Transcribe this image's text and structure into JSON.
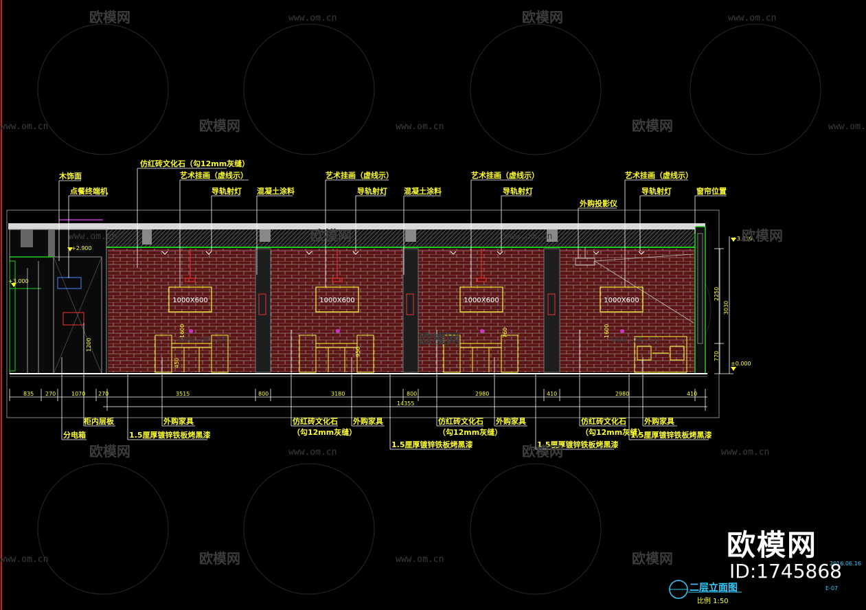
{
  "watermark": {
    "brand": "欧模网",
    "url": "www.om.cn"
  },
  "labels": {
    "wood_panel": "木饰面",
    "pos_terminal": "点餐终端机",
    "brick_stone": "仿红砖文化石（勾12mm灰缝）",
    "art_1": "艺术挂画（虚线示）",
    "art_2": "艺术挂画（虚线示）",
    "art_3": "艺术挂画（虚线示）",
    "art_4": "艺术挂画（虚线示）",
    "rail_1": "导轨射灯",
    "rail_2": "导轨射灯",
    "rail_3": "导轨射灯",
    "rail_4": "导轨射灯",
    "concrete_1": "混凝土涂料",
    "concrete_2": "混凝土涂料",
    "projector": "外购投影仪",
    "curtain": "窗帘位置",
    "cabinet_shelf": "柜内层板",
    "elec_box": "分电箱",
    "furniture_1": "外购家具",
    "furniture_2": "外购家具",
    "furniture_3": "外购家具",
    "furniture_4": "外购家具",
    "steel_1": "1.5厘厚镀锌铁板烤黑漆",
    "steel_2": "1.5厘厚镀锌铁板烤黑漆",
    "steel_3": "1.5厘厚镀锌铁板烤黑漆",
    "steel_4": "1.5厘厚镀锌铁板烤黑漆",
    "brick_a": "仿红砖文化石",
    "brick_a2": "（勾12mm灰缝）",
    "brick_b": "仿红砖文化石",
    "brick_b2": "（勾12mm灰缝）",
    "brick_c": "仿红砖文化石",
    "brick_c2": "（勾12mm灰缝）"
  },
  "paintings": [
    "1000X600",
    "1000X600",
    "1000X600",
    "1000X600"
  ],
  "dims": {
    "d1": "835",
    "d2": "270",
    "d3": "1070",
    "d4": "270",
    "d5": "3515",
    "d6": "800",
    "d7": "3180",
    "d8": "800",
    "d9": "2980",
    "d10": "410",
    "d11": "2980",
    "d12": "410",
    "total": "14355",
    "lvl_top": "+3.030",
    "lvl_mid": "+2.900",
    "lvl_left": "+3.000",
    "lvl_floor": "±0.000",
    "v_2250": "2250",
    "v_3030": "3030",
    "v_770": "770",
    "v_1600": "1600",
    "v_1200": "1200",
    "v_450": "450",
    "v_950": "950",
    "v_760": "760"
  },
  "title_block": {
    "title": "二层立面图",
    "scale": "比例 1:50",
    "date": "2016.06.16",
    "sheet": "E-07",
    "brand_overlay": "欧模网",
    "id": "ID:1745868"
  }
}
